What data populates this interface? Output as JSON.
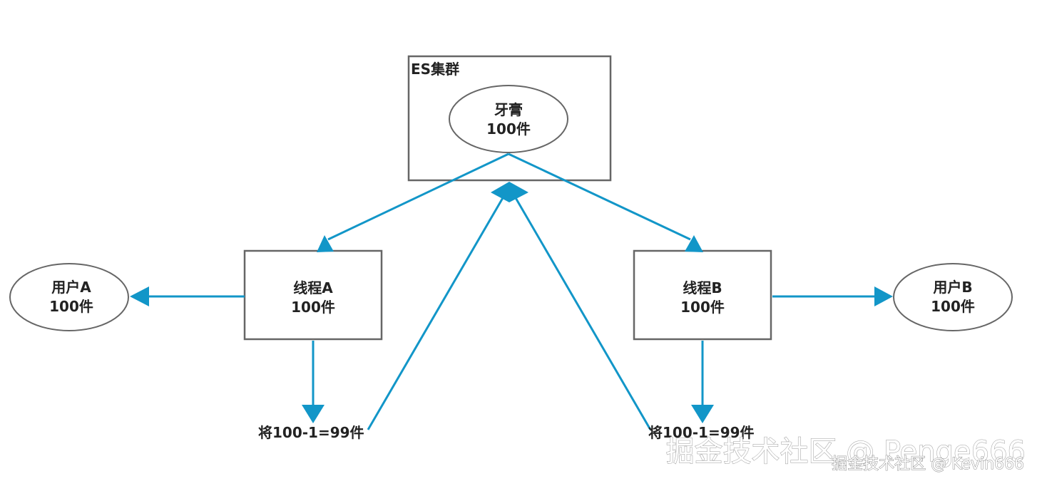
{
  "colors": {
    "arrow": "#1296c8",
    "node_stroke": "#666666",
    "text": "#222222"
  },
  "cluster": {
    "label": "ES集群"
  },
  "product": {
    "name": "牙膏",
    "stock": "100件"
  },
  "thread_a": {
    "name": "线程A",
    "stock": "100件"
  },
  "thread_b": {
    "name": "线程B",
    "stock": "100件"
  },
  "user_a": {
    "name": "用户A",
    "stock": "100件"
  },
  "user_b": {
    "name": "用户B",
    "stock": "100件"
  },
  "step_a": {
    "text": "将100-1=99件"
  },
  "step_b": {
    "text": "将100-1=99件"
  },
  "watermark": {
    "primary": "掘金技术社区 @ Penge666",
    "secondary": "掘金技术社区 @ Kevin666"
  }
}
